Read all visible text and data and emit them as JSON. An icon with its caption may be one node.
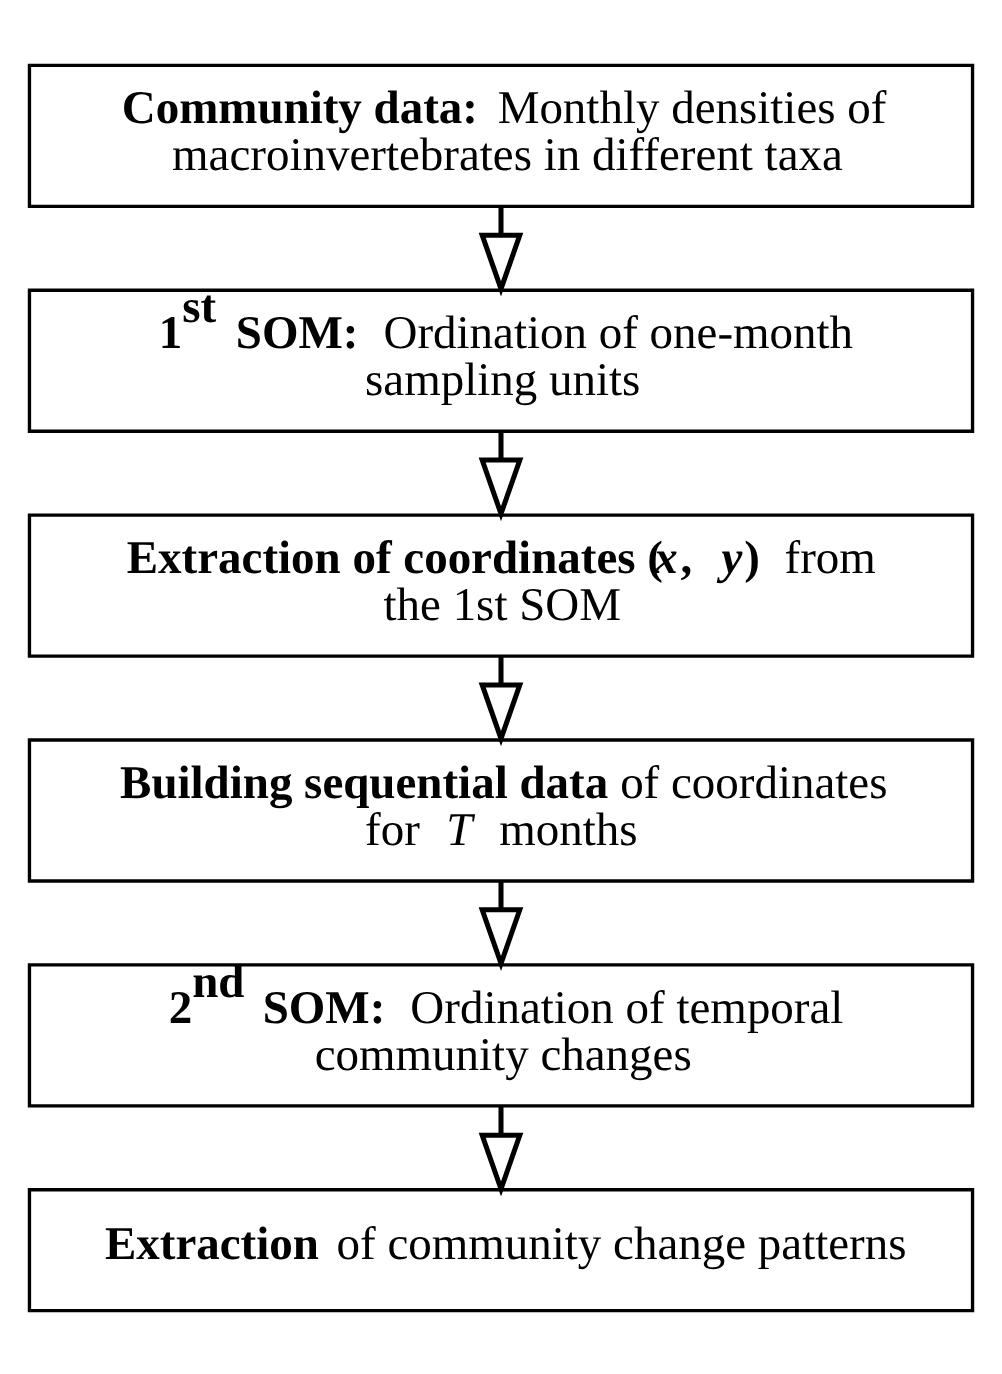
{
  "diagram": {
    "nodes": [
      {
        "text": [
          "**Community data:** Monthly densities of macroinvertebrates in different taxa"
        ]
      },
      {
        "text": [
          "**1$^{st}$ SOM:** Ordination of one-month sampling units"
        ]
      },
      {
        "text": [
          "**Extraction of coordinates (*x*, *y*)** from the 1st SOM"
        ]
      },
      {
        "text": [
          "**Building sequential data** of coordinates for *T* months"
        ]
      },
      {
        "text": [
          "**2$^{nd}$ SOM:** Ordination of temporal community changes"
        ]
      },
      {
        "text": [
          "**Extraction** of community change patterns"
        ]
      }
    ],
    "edges": [
      {
        "from": 0,
        "to": 1,
        "arrow": "to"
      },
      {
        "from": 1,
        "to": 2,
        "arrow": "to"
      },
      {
        "from": 2,
        "to": 3,
        "arrow": "to"
      },
      {
        "from": 3,
        "to": 4,
        "arrow": "to"
      },
      {
        "from": 4,
        "to": 5,
        "arrow": "to"
      }
    ]
  }
}
